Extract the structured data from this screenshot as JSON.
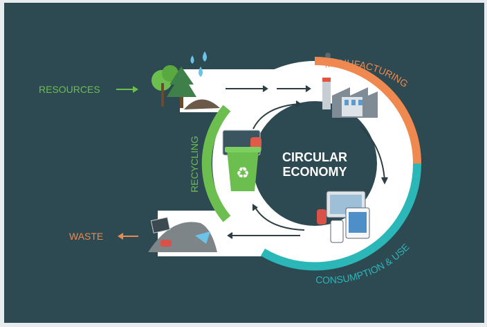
{
  "center": {
    "line1": "CIRCULAR",
    "line2": "ECONOMY"
  },
  "stages": {
    "resources": "RESOURCES",
    "manufacturing": "MANUFACTURING",
    "consumption": "CONSUMPTION & USE",
    "recycling": "RECYCLING",
    "waste": "WASTE"
  },
  "colors": {
    "background": "#2d4a52",
    "resources": "#6cbf4f",
    "manufacturing": "#f0894f",
    "consumption": "#2bb6b8",
    "recycling": "#6cbf4f",
    "waste": "#f0894f",
    "ring": "#ffffff",
    "arrow": "#2d3e44"
  },
  "icons": [
    "tree-icon",
    "water-drops-icon",
    "factory-icon",
    "devices-icon",
    "recycle-bin-icon",
    "garbage-pile-icon"
  ]
}
